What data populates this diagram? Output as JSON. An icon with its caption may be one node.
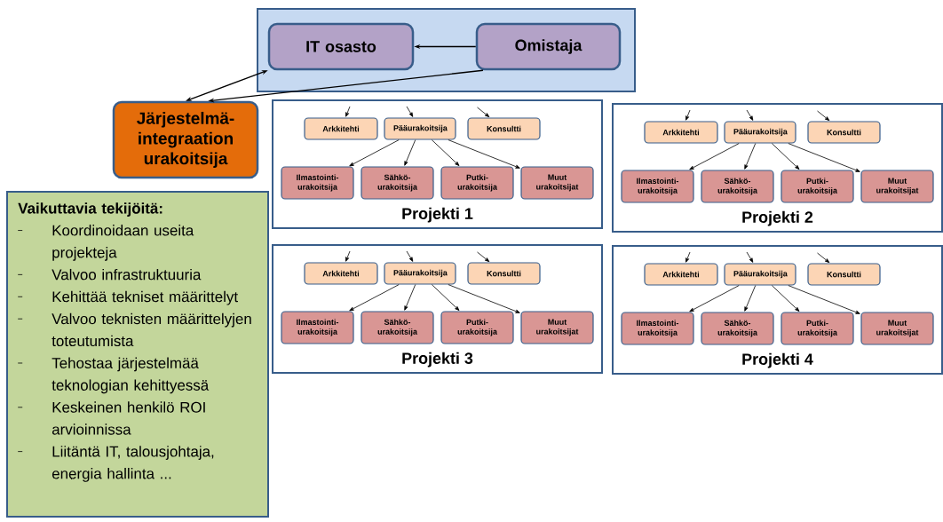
{
  "diagram": {
    "nodes": [
      {
        "text": [],
        "shape": "box"
      },
      {
        "text": [
          "IT osasto"
        ],
        "in": 0
      },
      {
        "text": [
          "Omistaja"
        ],
        "in": 0
      },
      {
        "text": [
          "Järjestelmä- integraation urakoitsija"
        ]
      },
      {
        "text": [
          "Vaikuttavia tekijöitä:",
          "Koordinoidaan useita projekteja",
          "Valvoo infrastruktuuria",
          "Kehittää tekniset määrittelyt",
          "Valvoo teknisten määrittelyjen toteutumista",
          "Tehostaa järjestelmää teknologian kehittyessä",
          "Keskeinen henkilö ROI arvioinnissa",
          "Liitäntä IT, talousjohtaja, energia hallinta  ..."
        ]
      },
      {
        "text": [
          "Projekti 1"
        ]
      },
      {
        "text": [
          "Arkkitehti"
        ],
        "in": 5
      },
      {
        "text": [
          "Pääurakoitsija"
        ],
        "in": 5
      },
      {
        "text": [
          "Konsultti"
        ],
        "in": 5
      },
      {
        "text": [
          "Ilmastointi- urakoitsija"
        ],
        "in": 5
      },
      {
        "text": [
          "Sähkö- urakoitsija"
        ],
        "in": 5
      },
      {
        "text": [
          "Putki- urakoitsija"
        ],
        "in": 5
      },
      {
        "text": [
          "Muut urakoitsijat"
        ],
        "in": 5
      },
      {
        "text": [
          "Projekti 2"
        ]
      },
      {
        "text": [
          "Arkkitehti"
        ],
        "in": 13
      },
      {
        "text": [
          "Pääurakoitsija"
        ],
        "in": 13
      },
      {
        "text": [
          "Konsultti"
        ],
        "in": 13
      },
      {
        "text": [
          "Ilmastointi- urakoitsija"
        ],
        "in": 13
      },
      {
        "text": [
          "Sähkö- urakoitsija"
        ],
        "in": 13
      },
      {
        "text": [
          "Putki- urakoitsija"
        ],
        "in": 13
      },
      {
        "text": [
          "Muut urakoitsijat"
        ],
        "in": 13
      },
      {
        "text": [
          "Projekti 3"
        ]
      },
      {
        "text": [
          "Arkkitehti"
        ],
        "in": 21
      },
      {
        "text": [
          "Pääurakoitsija"
        ],
        "in": 21
      },
      {
        "text": [
          "Konsultti"
        ],
        "in": 21
      },
      {
        "text": [
          "Ilmastointi- urakoitsija"
        ],
        "in": 21
      },
      {
        "text": [
          "Sähkö- urakoitsija"
        ],
        "in": 21
      },
      {
        "text": [
          "Putki- urakoitsija"
        ],
        "in": 21
      },
      {
        "text": [
          "Muut urakoitsijat"
        ],
        "in": 21
      },
      {
        "text": [
          "Projekti 4"
        ]
      },
      {
        "text": [
          "Arkkitehti"
        ],
        "in": 29
      },
      {
        "text": [
          "Pääurakoitsija"
        ],
        "in": 29
      },
      {
        "text": [
          "Konsultti"
        ],
        "in": 29
      },
      {
        "text": [
          "Ilmastointi- urakoitsija"
        ],
        "in": 29
      },
      {
        "text": [
          "Sähkö- urakoitsija"
        ],
        "in": 29
      },
      {
        "text": [
          "Putki- urakoitsija"
        ],
        "in": 29
      },
      {
        "text": [
          "Muut urakoitsijat"
        ],
        "in": 29
      }
    ],
    "edges": [
      {
        "from": 2,
        "to": 1,
        "arrow": "to"
      },
      {
        "from": 1,
        "to": 3,
        "arrow": "both"
      },
      {
        "from": 2,
        "to": 3,
        "arrow": "to"
      },
      {
        "from": null,
        "to": 6,
        "arrow": "to"
      },
      {
        "from": null,
        "to": 7,
        "arrow": "to"
      },
      {
        "from": null,
        "to": 8,
        "arrow": "to"
      },
      {
        "from": 7,
        "to": 9,
        "arrow": "to"
      },
      {
        "from": 7,
        "to": 10,
        "arrow": "to"
      },
      {
        "from": 7,
        "to": 11,
        "arrow": "to"
      },
      {
        "from": 7,
        "to": 12,
        "arrow": "to"
      },
      {
        "from": null,
        "to": 14,
        "arrow": "to"
      },
      {
        "from": null,
        "to": 15,
        "arrow": "to"
      },
      {
        "from": null,
        "to": 16,
        "arrow": "to"
      },
      {
        "from": 15,
        "to": 17,
        "arrow": "to"
      },
      {
        "from": 15,
        "to": 18,
        "arrow": "to"
      },
      {
        "from": 15,
        "to": 19,
        "arrow": "to"
      },
      {
        "from": 15,
        "to": 20,
        "arrow": "to"
      },
      {
        "from": null,
        "to": 22,
        "arrow": "to"
      },
      {
        "from": null,
        "to": 23,
        "arrow": "to"
      },
      {
        "from": null,
        "to": 24,
        "arrow": "to"
      },
      {
        "from": 23,
        "to": 25,
        "arrow": "to"
      },
      {
        "from": 23,
        "to": 26,
        "arrow": "to"
      },
      {
        "from": 23,
        "to": 27,
        "arrow": "to"
      },
      {
        "from": 23,
        "to": 28,
        "arrow": "to"
      },
      {
        "from": null,
        "to": 30,
        "arrow": "to"
      },
      {
        "from": null,
        "to": 31,
        "arrow": "to"
      },
      {
        "from": null,
        "to": 32,
        "arrow": "to"
      },
      {
        "from": 31,
        "to": 33,
        "arrow": "to"
      },
      {
        "from": 31,
        "to": 34,
        "arrow": "to"
      },
      {
        "from": 31,
        "to": 35,
        "arrow": "to"
      },
      {
        "from": 31,
        "to": 36,
        "arrow": "to"
      }
    ]
  }
}
